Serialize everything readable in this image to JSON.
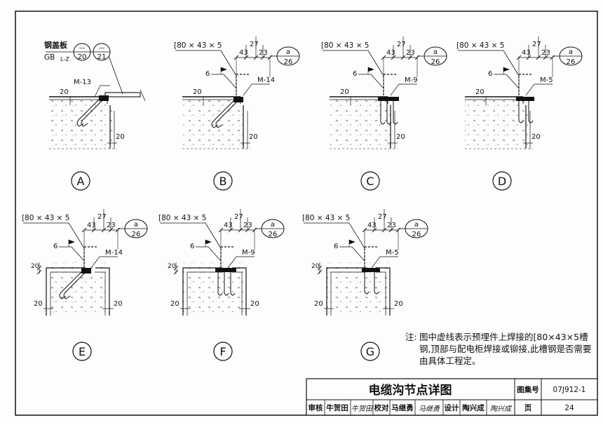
{
  "details": [
    {
      "id": "A",
      "circle": "A",
      "top_labels": [
        "钢盖板",
        "GB",
        "L-Z"
      ],
      "refs": [
        {
          "top": "—",
          "bottom": "20"
        },
        {
          "top": "—",
          "bottom": "21"
        }
      ],
      "member": "M-13",
      "dims": {
        "left": "20",
        "side": "20"
      }
    },
    {
      "id": "B",
      "circle": "B",
      "channel": "[80 × 43 × 5",
      "weld": "6",
      "d1": "43",
      "d2": "27",
      "d3": "23",
      "ref_top": "a",
      "ref_bottom": "26",
      "member": "M-14",
      "dims": {
        "left": "20",
        "side": "20"
      }
    },
    {
      "id": "C",
      "circle": "C",
      "channel": "[80 × 43 × 5",
      "weld": "6",
      "d1": "43",
      "d2": "27",
      "d3": "23",
      "ref_top": "a",
      "ref_bottom": "26",
      "member": "M-9",
      "dims": {
        "left": "20",
        "side": "20"
      }
    },
    {
      "id": "D",
      "circle": "D",
      "channel": "[80 × 43 × 5",
      "weld": "6",
      "d1": "43",
      "d2": "27",
      "d3": "23",
      "ref_top": "a",
      "ref_bottom": "26",
      "member": "M-5",
      "dims": {
        "left": "20",
        "side": "20"
      }
    },
    {
      "id": "E",
      "circle": "E",
      "channel": "[80 × 43 × 5",
      "weld": "6",
      "d1": "43",
      "d2": "27",
      "d3": "23",
      "ref_top": "a",
      "ref_bottom": "26",
      "member": "M-14",
      "dims": {
        "top": "20",
        "left": "20",
        "right": "20"
      }
    },
    {
      "id": "F",
      "circle": "F",
      "channel": "[80 × 43 × 5",
      "weld": "6",
      "d1": "43",
      "d2": "27",
      "d3": "23",
      "ref_top": "a",
      "ref_bottom": "26",
      "member": "M-9",
      "dims": {
        "top": "20",
        "left": "20",
        "right": "20"
      }
    },
    {
      "id": "G",
      "circle": "G",
      "channel": "[80 × 43 × 5",
      "weld": "6",
      "d1": "43",
      "d2": "27",
      "d3": "23",
      "ref_top": "a",
      "ref_bottom": "26",
      "member": "M-5",
      "dims": {
        "top": "20",
        "left": "20",
        "right": "20"
      }
    }
  ],
  "note": {
    "label": "注:",
    "text": "图中虚线表示预埋件上焊接的[80×43×5槽钢,顶部与配电柜焊接或铆接,此槽钢是否需要由具体工程定。"
  },
  "title_block": {
    "title": "电缆沟节点详图",
    "atlas_label": "图集号",
    "atlas_no": "07J912-1",
    "review_label": "审核",
    "reviewer": "牛贺田",
    "review_sign": "牛贺田",
    "check_label": "校对",
    "checker": "马继勇",
    "check_sign": "马继勇",
    "design_label": "设计",
    "designer": "陶兴成",
    "design_sign": "陶兴成",
    "page_label": "页",
    "page_no": "24"
  }
}
